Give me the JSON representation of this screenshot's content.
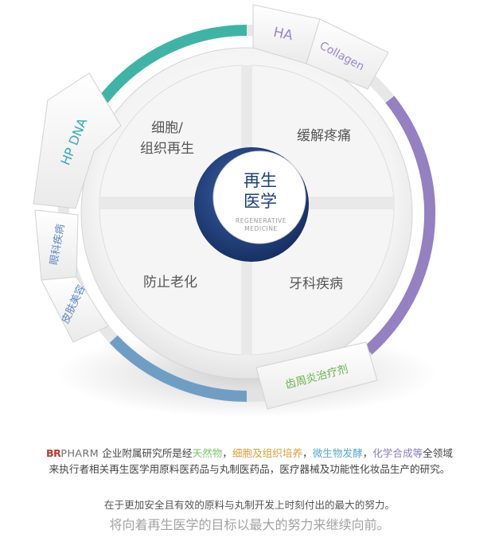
{
  "center": {
    "title_line1": "再生",
    "title_line2": "医学",
    "subtitle_line1": "REGENERATIVE",
    "subtitle_line2": "MEDICINE"
  },
  "quadrants": {
    "top_left_line1": "细胞/",
    "top_left_line2": "组织再生",
    "top_right": "缓解疼痛",
    "bottom_left": "防止老化",
    "bottom_right": "牙科疾病"
  },
  "tabs": {
    "ha": "HA",
    "collagen": "Collagen",
    "hp_dna": "HP DNA",
    "ophthalmology": "眼科疾病",
    "skin_care": "皮肤美容",
    "periodontitis": "齿周炎治疗剂"
  },
  "colors": {
    "teal_arc": "#3fb4a6",
    "purple_arc": "#9580c2",
    "blue_arc": "#6f9ec4",
    "center_navy": "#1f3f80",
    "tab_hp_dna": "#3aa9b8",
    "tab_ha": "#9b86c9",
    "tab_green": "#64b545"
  },
  "description": {
    "logo_br": "BR",
    "logo_pharm": "PHARM",
    "text1": " 企业附属研究所是经",
    "hl1": "天然物",
    "sep1": "，",
    "hl2": "细胞及组织培养",
    "sep2": "，",
    "hl3": "微生物发酵",
    "sep3": "，",
    "hl4": "化学合成等",
    "text2": "全领域",
    "line2": "来执行者相关再生医学用原料医药品与丸制医药品，医疗器械及功能性化妆品生产的研究。"
  },
  "closing": {
    "line1": "在于更加安全且有效的原料与丸制开发上时刻付出的最大的努力。",
    "line2": "将向着再生医学的目标以最大的努力来继续向前。"
  }
}
